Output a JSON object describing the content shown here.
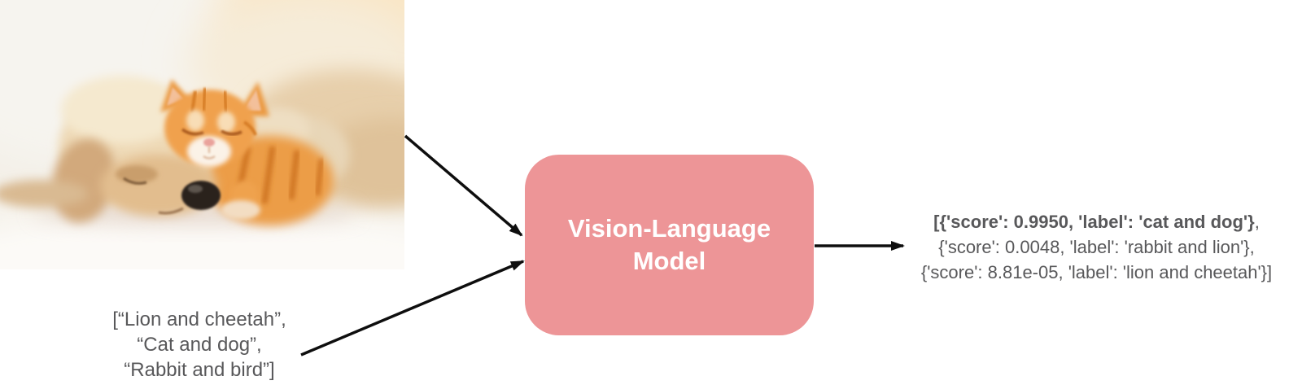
{
  "colors": {
    "model_box_fill": "#ED9597",
    "model_box_text": "#FFFFFF",
    "caption_text": "#58585A",
    "arrow": "#0E0E0E",
    "background": "#FFFFFF"
  },
  "photo": {
    "alt": "Sleeping cream puppy with an orange tabby kitten resting on its head on a white blanket"
  },
  "input_labels": {
    "lines": [
      "[“Lion and cheetah”,",
      "“Cat and dog”,",
      "“Rabbit and bird”]"
    ]
  },
  "model": {
    "title_line1": "Vision-Language",
    "title_line2": "Model"
  },
  "output": {
    "line1_bold": "[{'score': 0.9950, 'label': 'cat and dog'}",
    "line1_rest": ",",
    "line2": "{'score': 0.0048, 'label': 'rabbit and lion'},",
    "line3": "{'score': 8.81e-05, 'label': 'lion and cheetah'}]"
  }
}
